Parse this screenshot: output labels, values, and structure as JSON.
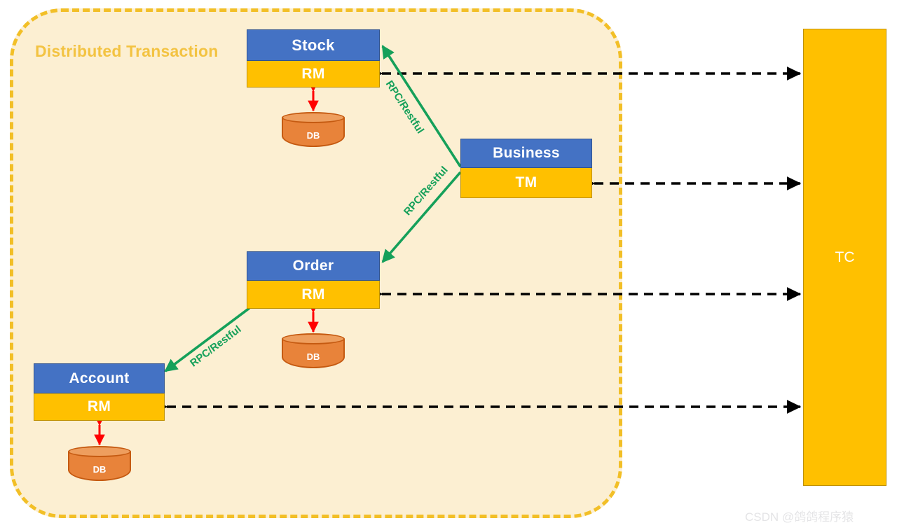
{
  "diagram": {
    "title": "Distributed Transaction",
    "watermark": "CSDN @鸽鸽程序猿",
    "colors": {
      "container_fill": "#FCEFD2",
      "container_border": "#F2BF27",
      "title_text": "#F3C342",
      "node_header": "#4472C4",
      "node_role": "#FFC000",
      "db_body": "#E8833A",
      "db_top": "#EE9E5E",
      "rpc_line": "#15A05A",
      "tc_fill": "#FFC000",
      "db_arrow": "#FF0000",
      "tc_arrow": "#000000"
    },
    "nodes": [
      {
        "id": "stock",
        "title": "Stock",
        "role": "RM"
      },
      {
        "id": "order",
        "title": "Order",
        "role": "RM"
      },
      {
        "id": "account",
        "title": "Account",
        "role": "RM"
      },
      {
        "id": "business",
        "title": "Business",
        "role": "TM"
      }
    ],
    "databases": [
      {
        "id": "stock-db",
        "label": "DB"
      },
      {
        "id": "order-db",
        "label": "DB"
      },
      {
        "id": "account-db",
        "label": "DB"
      }
    ],
    "coordinator": {
      "label": "TC"
    },
    "rpc_links": [
      {
        "from": "business",
        "to": "stock",
        "label": "RPC/Restful"
      },
      {
        "from": "business",
        "to": "order",
        "label": "RPC/Restful"
      },
      {
        "from": "order",
        "to": "account",
        "label": "RPC/Restful"
      }
    ],
    "tc_links": [
      {
        "from": "stock",
        "to": "coordinator",
        "style": "dashed",
        "direction": "both"
      },
      {
        "from": "business",
        "to": "coordinator",
        "style": "dashed",
        "direction": "both"
      },
      {
        "from": "order",
        "to": "coordinator",
        "style": "dashed",
        "direction": "both"
      },
      {
        "from": "account",
        "to": "coordinator",
        "style": "dashed",
        "direction": "both"
      }
    ],
    "db_links": [
      {
        "from": "stock",
        "to": "stock-db",
        "style": "solid",
        "direction": "both"
      },
      {
        "from": "order",
        "to": "order-db",
        "style": "solid",
        "direction": "both"
      },
      {
        "from": "account",
        "to": "account-db",
        "style": "solid",
        "direction": "both"
      }
    ]
  }
}
